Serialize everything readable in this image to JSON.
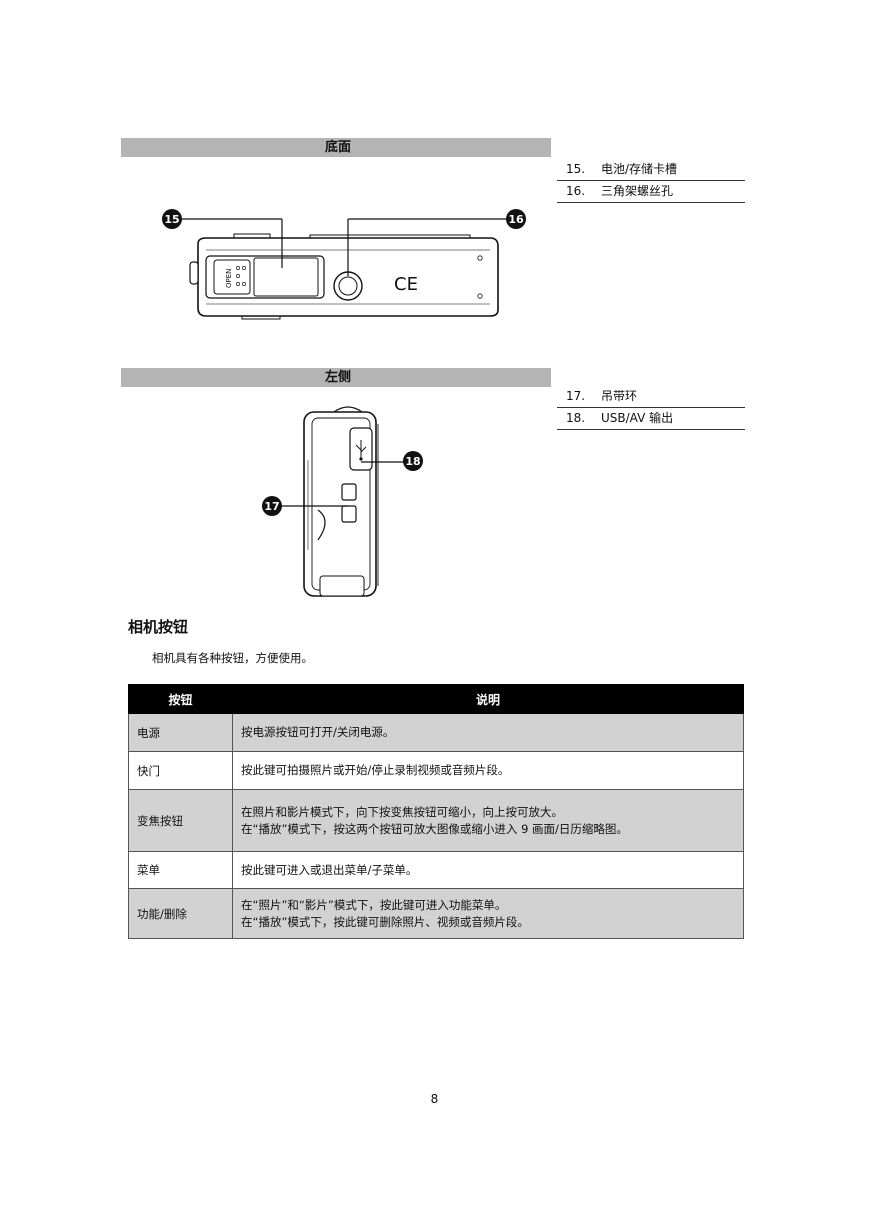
{
  "sections": {
    "bottom": {
      "title": "底面",
      "parts": [
        {
          "num": "15.",
          "label": "电池/存储卡槽"
        },
        {
          "num": "16.",
          "label": "三角架螺丝孔"
        }
      ],
      "callouts": [
        "15",
        "16"
      ],
      "lid_text": "OPEN",
      "mark_text": "CE"
    },
    "left": {
      "title": "左侧",
      "parts": [
        {
          "num": "17.",
          "label": "吊带环"
        },
        {
          "num": "18.",
          "label": "USB/AV  输出"
        }
      ],
      "callouts": [
        "17",
        "18"
      ],
      "usb_icon": "usb-icon"
    }
  },
  "buttons_section": {
    "heading": "相机按钮",
    "intro": "相机具有各种按钮，方便使用。",
    "table": {
      "headers": [
        "按钮",
        "说明"
      ],
      "rows": [
        {
          "name": "电源",
          "desc": [
            "按电源按钮可打开/关闭电源。"
          ]
        },
        {
          "name": "快门",
          "desc": [
            "按此键可拍摄照片或开始/停止录制视频或音频片段。"
          ]
        },
        {
          "name": "变焦按钮",
          "desc": [
            "在照片和影片模式下，向下按变焦按钮可缩小，向上按可放大。",
            "在“播放”模式下，按这两个按钮可放大图像或缩小进入  9  画面/日历缩略图。"
          ]
        },
        {
          "name": "菜单",
          "desc": [
            "按此键可进入或退出菜单/子菜单。"
          ]
        },
        {
          "name": "功能/删除",
          "desc": [
            "在“照片”和“影片”模式下，按此键可进入功能菜单。",
            "在“播放”模式下，按此键可删除照片、视频或音频片段。"
          ]
        }
      ]
    }
  },
  "page_number": "8"
}
